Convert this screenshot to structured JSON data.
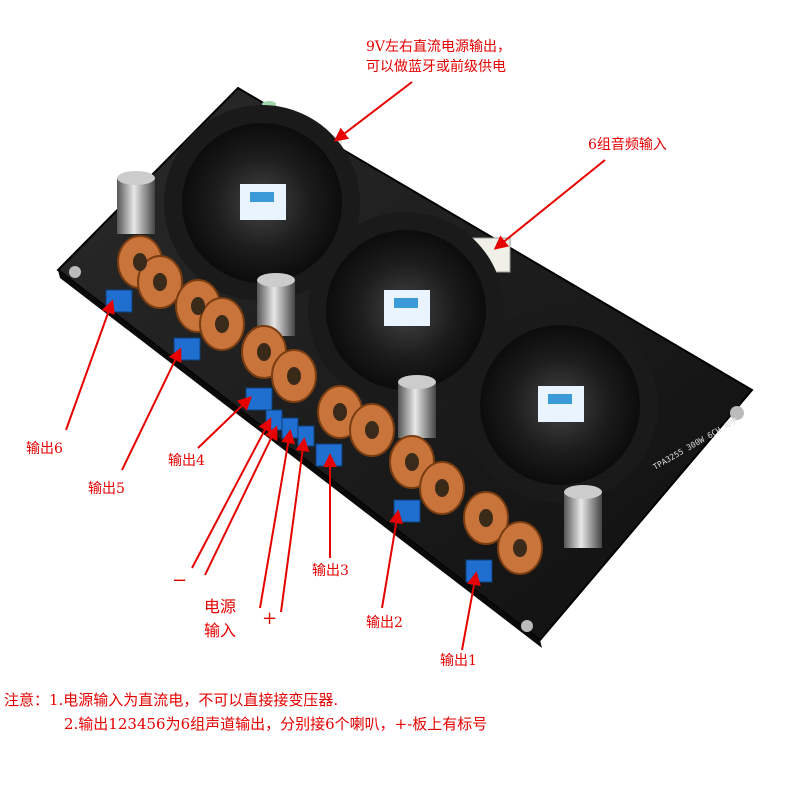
{
  "annotations": {
    "top_dc_line1": "9V左右直流电源输出，",
    "top_dc_line2": "可以做蓝牙或前级供电",
    "audio_input": "6组音频输入",
    "out6": "输出6",
    "out5": "输出5",
    "out4": "输出4",
    "out3": "输出3",
    "out2": "输出2",
    "out1": "输出1",
    "minus": "−",
    "plus": "+",
    "power_line1": "电源",
    "power_line2": "输入"
  },
  "board_text": {
    "model_label": "TPA3255 300W 6CH AMP"
  },
  "notes": {
    "line1": "注意：1.电源输入为直流电，不可以直接接变压器.",
    "line2": "2.输出123456为6组声道输出，分别接6个喇叭，+-板上有标号"
  },
  "colors": {
    "annotation": "#e60000",
    "pcb": "#1a1a1a",
    "heatsink": "#2b2b2b",
    "copper": "#c8743a",
    "terminal": "#1e6fd0"
  }
}
